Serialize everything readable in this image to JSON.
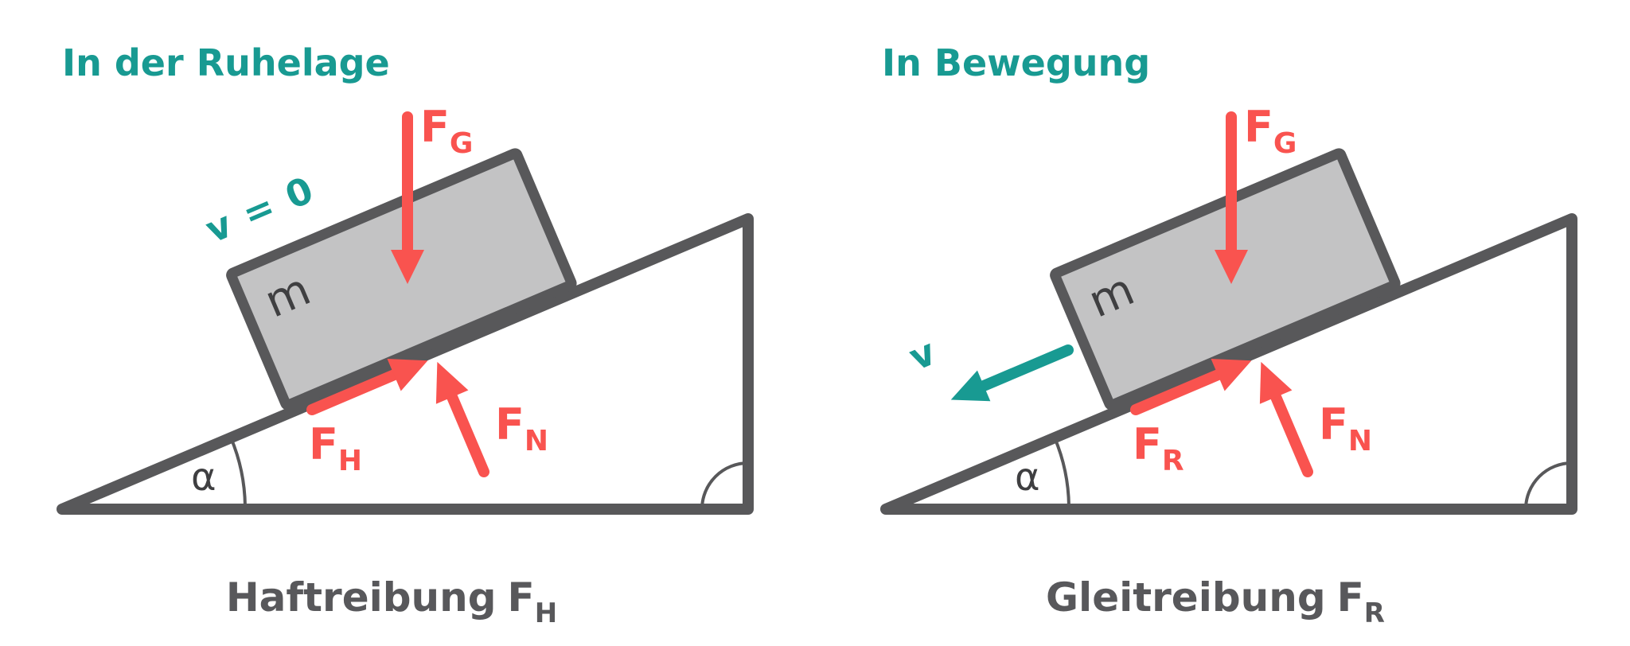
{
  "colors": {
    "teal": "#189A92",
    "red": "#F9534F",
    "outline": "#58585A",
    "block_fill": "#C3C3C4",
    "label_dark": "#3F3F41",
    "caption": "#58585B"
  },
  "left": {
    "heading": "In der Ruhelage",
    "velocity_label": "v = 0",
    "mass_label": "m",
    "angle_label": "α",
    "force_gravity": {
      "symbol": "F",
      "subscript": "G"
    },
    "force_friction": {
      "symbol": "F",
      "subscript": "H"
    },
    "force_normal": {
      "symbol": "F",
      "subscript": "N"
    },
    "caption": {
      "label": "Haftreibung",
      "symbol": "F",
      "subscript": "H"
    }
  },
  "right": {
    "heading": "In Bewegung",
    "velocity_label": "v",
    "mass_label": "m",
    "angle_label": "α",
    "force_gravity": {
      "symbol": "F",
      "subscript": "G"
    },
    "force_friction": {
      "symbol": "F",
      "subscript": "R"
    },
    "force_normal": {
      "symbol": "F",
      "subscript": "N"
    },
    "caption": {
      "label": "Gleitreibung",
      "symbol": "F",
      "subscript": "R"
    }
  }
}
